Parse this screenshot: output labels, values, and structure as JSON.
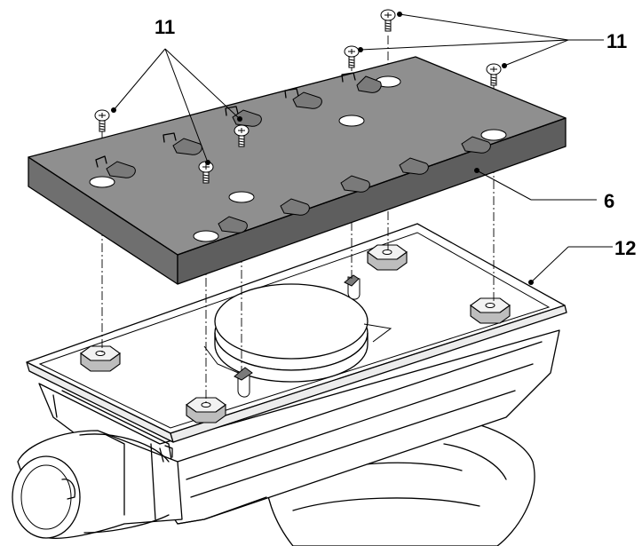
{
  "callouts": [
    {
      "id": "screws-left",
      "label": "11"
    },
    {
      "id": "screws-right",
      "label": "11"
    },
    {
      "id": "sanding-pad",
      "label": "6"
    },
    {
      "id": "base-plate",
      "label": "12"
    }
  ],
  "colors": {
    "pad_top": "#8f8f8f",
    "pad_edge": "#6f6f6f",
    "line": "#000000",
    "background": "#ffffff"
  }
}
